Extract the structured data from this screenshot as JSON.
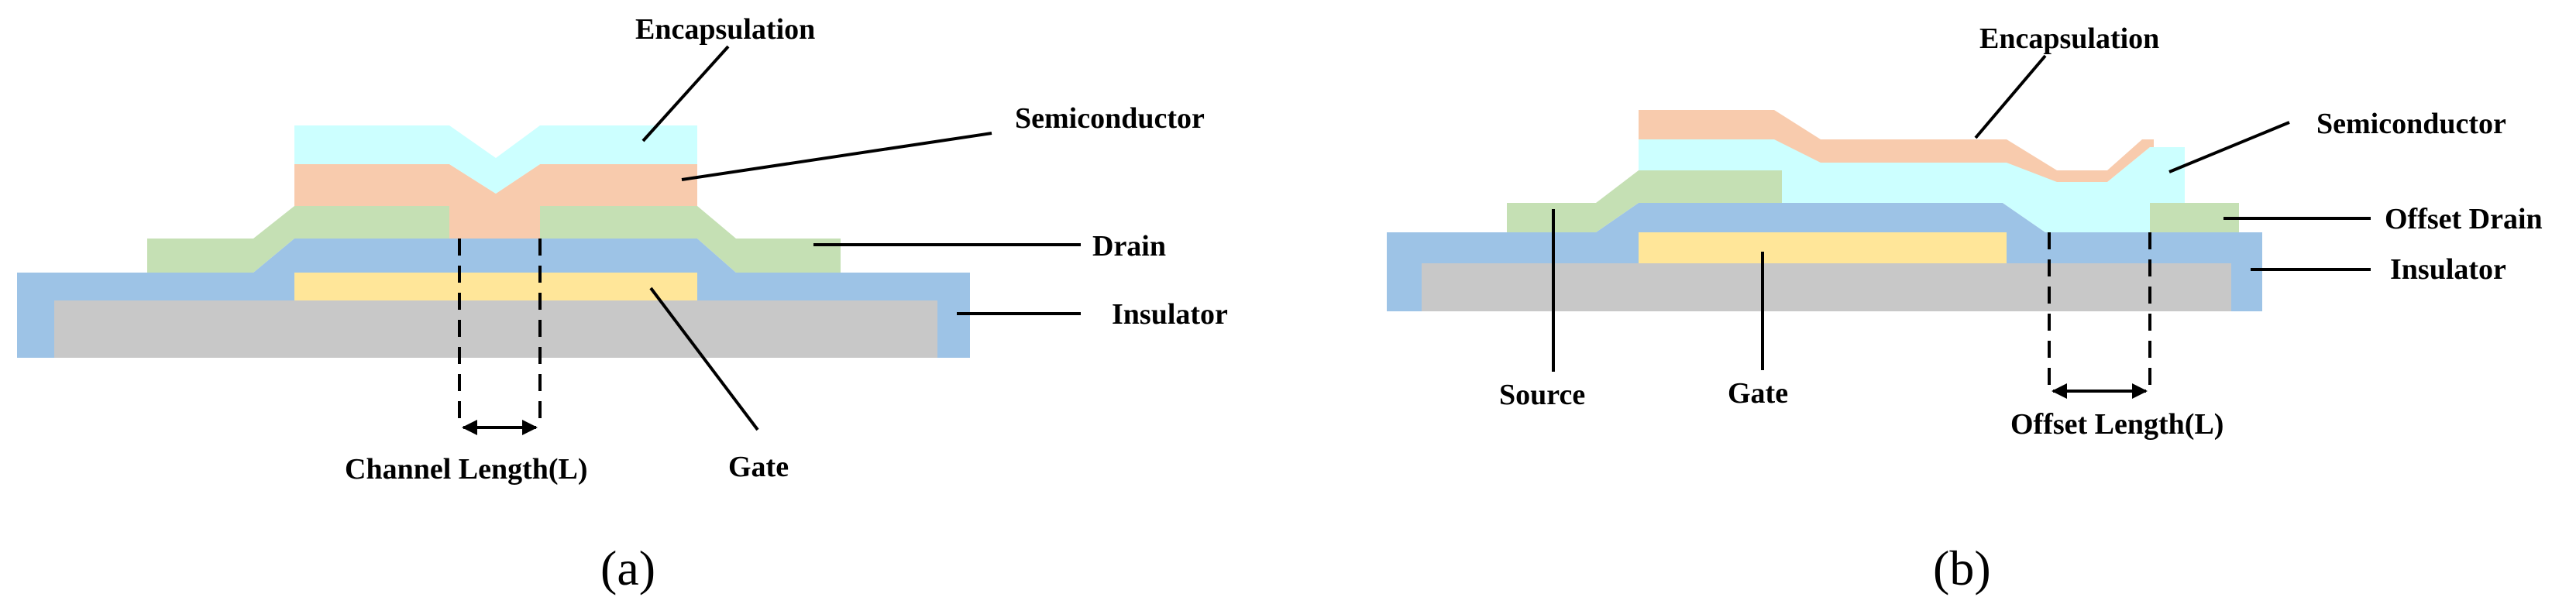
{
  "colors": {
    "encapsulation": "#ccffff",
    "semiconductor": "#f8cbad",
    "electrode": "#c5e0b4",
    "insulator": "#9dc3e6",
    "gate": "#ffe699",
    "substrate": "#c8c8c8"
  },
  "panel_a": {
    "encapsulation": "Encapsulation",
    "semiconductor": "Semiconductor",
    "drain": "Drain",
    "insulator": "Insulator",
    "gate": "Gate",
    "dimension": "Channel Length(L)",
    "caption": "(a)"
  },
  "panel_b": {
    "encapsulation": "Encapsulation",
    "semiconductor": "Semiconductor",
    "offset_drain": "Offset Drain",
    "insulator": "Insulator",
    "source": "Source",
    "gate": "Gate",
    "dimension": "Offset Length(L)",
    "caption": "(b)"
  }
}
